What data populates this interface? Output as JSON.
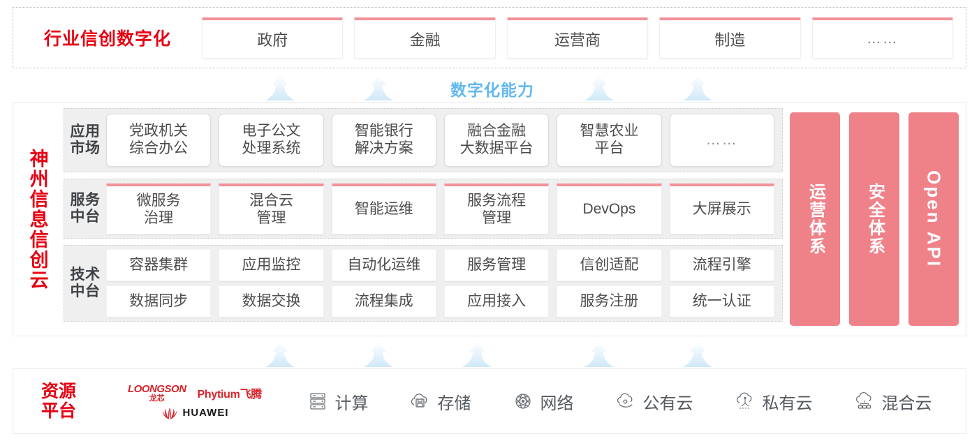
{
  "industry": {
    "title": "行业信创数字化",
    "boxes": [
      {
        "label": "政府"
      },
      {
        "label": "金融"
      },
      {
        "label": "运营商"
      },
      {
        "label": "制造"
      },
      {
        "label": "……"
      }
    ]
  },
  "capability": {
    "label": "数字化能力",
    "arrow_color": "#bfe2f7",
    "label_color": "#63b8ef"
  },
  "cloud": {
    "title": "神州信息信创云",
    "rows": [
      {
        "label": "应用\n市场",
        "label_line1": "应用",
        "label_line2": "市场",
        "cells": [
          {
            "line1": "党政机关",
            "line2": "综合办公"
          },
          {
            "line1": "电子公文",
            "line2": "处理系统"
          },
          {
            "line1": "智能银行",
            "line2": "解决方案"
          },
          {
            "line1": "融合金融",
            "line2": "大数据平台"
          },
          {
            "line1": "智慧农业",
            "line2": "平台"
          },
          {
            "line1": "……",
            "line2": ""
          }
        ]
      },
      {
        "label_line1": "服务",
        "label_line2": "中台",
        "cells": [
          {
            "line1": "微服务",
            "line2": "治理"
          },
          {
            "line1": "混合云",
            "line2": "管理"
          },
          {
            "line1": "智能运维",
            "line2": ""
          },
          {
            "line1": "服务流程",
            "line2": "管理"
          },
          {
            "line1": "DevOps",
            "line2": ""
          },
          {
            "line1": "大屏展示",
            "line2": ""
          }
        ]
      },
      {
        "label_line1": "技术",
        "label_line2": "中台",
        "grid": [
          [
            "容器集群",
            "应用监控",
            "自动化运维",
            "服务管理",
            "信创适配",
            "流程引擎"
          ],
          [
            "数据同步",
            "数据交换",
            "流程集成",
            "应用接入",
            "服务注册",
            "统一认证"
          ]
        ]
      }
    ],
    "pillars": [
      {
        "label": "运营体系",
        "mode": "vertical"
      },
      {
        "label": "安全体系",
        "mode": "vertical"
      },
      {
        "label": "Open API",
        "mode": "rotated"
      }
    ],
    "pillar_color": "#ef8189"
  },
  "resource": {
    "title_line1": "资源",
    "title_line2": "平台",
    "vendors": [
      {
        "name": "LOONGSON",
        "cn": "龙芯",
        "type": "loongson"
      },
      {
        "name": "Phytium飞腾",
        "type": "phytium"
      },
      {
        "name": "HUAWEI",
        "type": "huawei"
      }
    ],
    "items": [
      {
        "label": "计算",
        "icon": "server-icon"
      },
      {
        "label": "存储",
        "icon": "cloud-storage-icon"
      },
      {
        "label": "网络",
        "icon": "network-icon"
      },
      {
        "label": "公有云",
        "icon": "public-cloud-icon"
      },
      {
        "label": "私有云",
        "icon": "private-cloud-icon"
      },
      {
        "label": "混合云",
        "icon": "hybrid-cloud-icon"
      }
    ]
  },
  "accent": {
    "red": "#e60013",
    "pink": "#ef8189",
    "pink_border": "#f3909a",
    "blue": "#63b8ef"
  }
}
